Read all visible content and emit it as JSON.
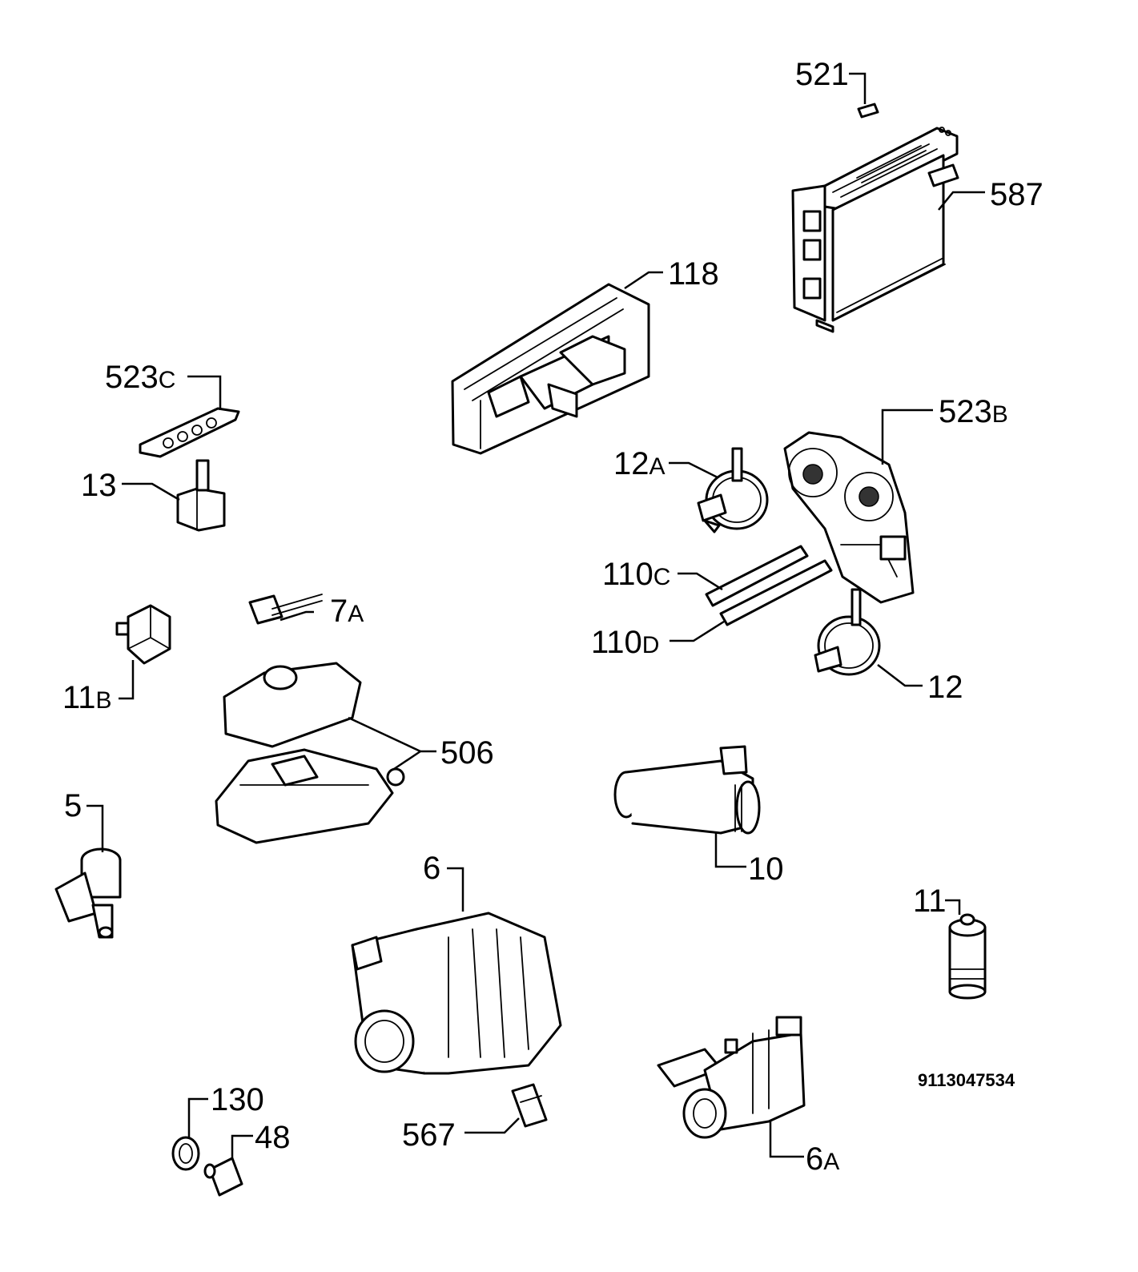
{
  "document_number": "9113047534",
  "callouts": [
    {
      "id": "521",
      "num": "521",
      "suffix": ""
    },
    {
      "id": "587",
      "num": "587",
      "suffix": ""
    },
    {
      "id": "118",
      "num": "118",
      "suffix": ""
    },
    {
      "id": "523c",
      "num": "523",
      "suffix": "C"
    },
    {
      "id": "523b",
      "num": "523",
      "suffix": "B"
    },
    {
      "id": "12a",
      "num": "12",
      "suffix": "A"
    },
    {
      "id": "13",
      "num": "13",
      "suffix": ""
    },
    {
      "id": "110c",
      "num": "110",
      "suffix": "C"
    },
    {
      "id": "110d",
      "num": "110",
      "suffix": "D"
    },
    {
      "id": "7a",
      "num": "7",
      "suffix": "A"
    },
    {
      "id": "11b",
      "num": "11",
      "suffix": "B"
    },
    {
      "id": "12",
      "num": "12",
      "suffix": ""
    },
    {
      "id": "506",
      "num": "506",
      "suffix": ""
    },
    {
      "id": "5",
      "num": "5",
      "suffix": ""
    },
    {
      "id": "10",
      "num": "10",
      "suffix": ""
    },
    {
      "id": "6",
      "num": "6",
      "suffix": ""
    },
    {
      "id": "11",
      "num": "11",
      "suffix": ""
    },
    {
      "id": "130",
      "num": "130",
      "suffix": ""
    },
    {
      "id": "48",
      "num": "48",
      "suffix": ""
    },
    {
      "id": "567",
      "num": "567",
      "suffix": ""
    },
    {
      "id": "6a",
      "num": "6",
      "suffix": "A"
    }
  ]
}
